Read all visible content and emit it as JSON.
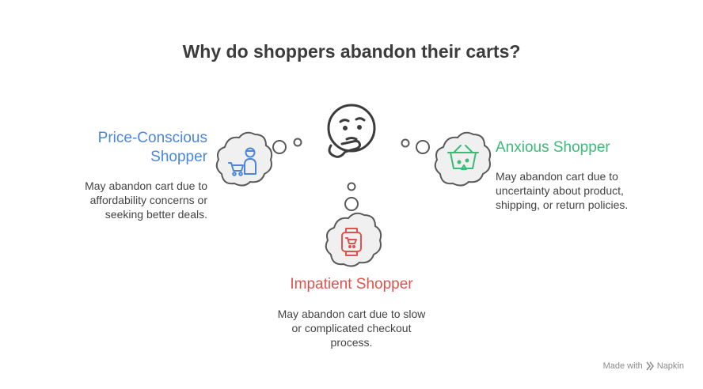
{
  "title": "Why do shoppers abandon their carts?",
  "segments": [
    {
      "heading_line1": "Price-Conscious",
      "heading_line2": "Shopper",
      "desc_line1": "May abandon cart due to",
      "desc_line2": "affordability concerns or",
      "desc_line3": "seeking better deals.",
      "icon": "shopper-with-cart-icon",
      "color": "#4a86d9"
    },
    {
      "heading": "Anxious Shopper",
      "desc_line1": "May abandon cart due to",
      "desc_line2": "uncertainty about product,",
      "desc_line3": "shipping, or return policies.",
      "icon": "worried-basket-icon",
      "color": "#3cba78"
    },
    {
      "heading": "Impatient Shopper",
      "desc_line1": "May abandon cart due to slow",
      "desc_line2": "or complicated checkout",
      "desc_line3": "process.",
      "icon": "smartwatch-cart-icon",
      "color": "#e0524d"
    }
  ],
  "center_icon": "thinking-face-icon",
  "footer": {
    "label": "Made with",
    "brand": "Napkin"
  }
}
